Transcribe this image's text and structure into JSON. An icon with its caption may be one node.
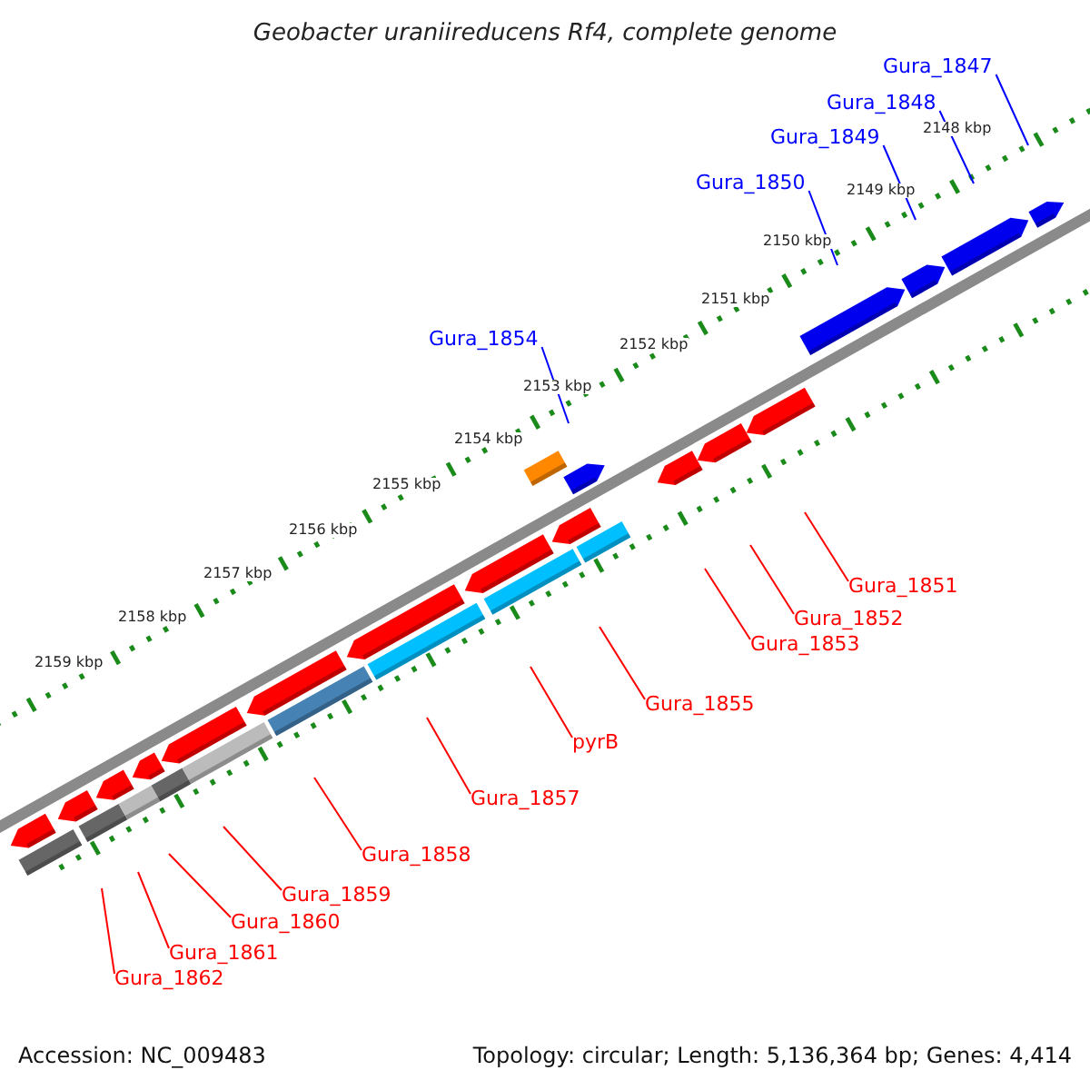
{
  "diagram": {
    "title": "Geobacter uraniireducens Rf4, complete genome",
    "nodes": [
      {
        "text": [
          "Gura_1847"
        ]
      },
      {
        "text": [
          "Gura_1848"
        ]
      },
      {
        "text": [
          "Gura_1849"
        ]
      },
      {
        "text": [
          "Gura_1850"
        ]
      },
      {
        "text": [
          "Gura_1854"
        ]
      },
      {
        "text": [
          "Gura_1851"
        ]
      },
      {
        "text": [
          "Gura_1852"
        ]
      },
      {
        "text": [
          "Gura_1853"
        ]
      },
      {
        "text": [
          "Gura_1855"
        ]
      },
      {
        "text": [
          "pyrB"
        ]
      },
      {
        "text": [
          "Gura_1857"
        ]
      },
      {
        "text": [
          "Gura_1858"
        ]
      },
      {
        "text": [
          "Gura_1859"
        ]
      },
      {
        "text": [
          "Gura_1860"
        ]
      },
      {
        "text": [
          "Gura_1861"
        ]
      },
      {
        "text": [
          "Gura_1862"
        ]
      }
    ],
    "edges": [
      {
        "from": 0,
        "to": null,
        "arrow": "none",
        "color": "#0000ff"
      },
      {
        "from": 1,
        "to": null,
        "arrow": "none",
        "color": "#0000ff"
      },
      {
        "from": 2,
        "to": null,
        "arrow": "none",
        "color": "#0000ff"
      },
      {
        "from": 3,
        "to": null,
        "arrow": "none",
        "color": "#0000ff"
      },
      {
        "from": 4,
        "to": null,
        "arrow": "none",
        "color": "#0000ff"
      },
      {
        "from": 5,
        "to": null,
        "arrow": "none"
      },
      {
        "from": 6,
        "to": null,
        "arrow": "none"
      },
      {
        "from": 7,
        "to": null,
        "arrow": "none"
      },
      {
        "from": 8,
        "to": null,
        "arrow": "none"
      },
      {
        "from": 9,
        "to": null,
        "arrow": "none"
      },
      {
        "from": 10,
        "to": null,
        "arrow": "none"
      },
      {
        "from": 11,
        "to": null,
        "arrow": "none"
      },
      {
        "from": 12,
        "to": null,
        "arrow": "none"
      },
      {
        "from": 13,
        "to": null,
        "arrow": "none"
      },
      {
        "from": 14,
        "to": null,
        "arrow": "none"
      },
      {
        "from": 15,
        "to": null,
        "arrow": "none"
      }
    ],
    "labels": [
      "2148 kbp",
      "2149 kbp",
      "2150 kbp",
      "2151 kbp",
      "2152 kbp",
      "2153 kbp",
      "2154 kbp",
      "2155 kbp",
      "2156 kbp",
      "2157 kbp",
      "2158 kbp",
      "2159 kbp",
      "Accession: NC_009483",
      "Topology: circular; Length: 5,136,364 bp; Genes: 4,414"
    ]
  }
}
